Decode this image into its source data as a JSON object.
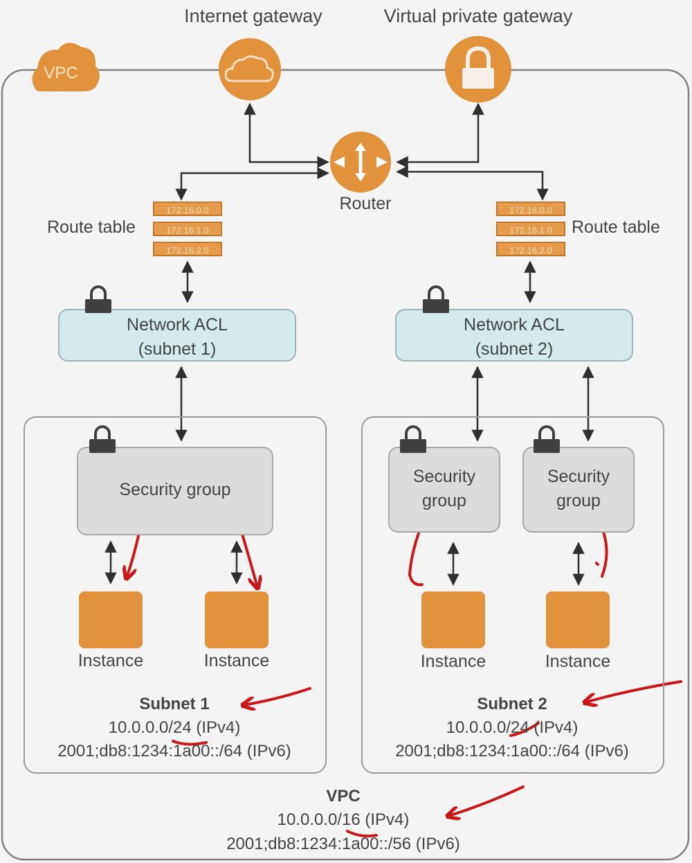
{
  "vpc_badge": "VPC",
  "internet_gateway": "Internet gateway",
  "virtual_private_gateway": "Virtual private gateway",
  "router": "Router",
  "route_table_left": {
    "label": "Route table",
    "rows": [
      "172.16.0.0",
      "172.16.1.0",
      "172.16.2.0"
    ]
  },
  "route_table_right": {
    "label": "Route table",
    "rows": [
      "172.16.0.0",
      "172.16.1.0",
      "172.16.2.0"
    ]
  },
  "acl_1": {
    "line1": "Network ACL",
    "line2": "(subnet 1)"
  },
  "acl_2": {
    "line1": "Network ACL",
    "line2": "(subnet 2)"
  },
  "subnet1": {
    "security_group": "Security group",
    "instances": [
      "Instance",
      "Instance"
    ],
    "title": "Subnet 1",
    "ipv4": "10.0.0.0/24 (IPv4)",
    "ipv6": "2001;db8:1234:1a00::/64 (IPv6)"
  },
  "subnet2": {
    "security_groups": [
      {
        "line1": "Security",
        "line2": "group"
      },
      {
        "line1": "Security",
        "line2": "group"
      }
    ],
    "instances": [
      "Instance",
      "Instance"
    ],
    "title": "Subnet 2",
    "ipv4": "10.0.0.0/24 (IPv4)",
    "ipv6": "2001;db8:1234:1a00::/64 (IPv6)"
  },
  "vpc": {
    "title": "VPC",
    "ipv4": "10.0.0.0/16 (IPv4)",
    "ipv6": "2001;db8:1234:1a00::/56 (IPv6)"
  },
  "colors": {
    "orange": "#e2913c",
    "acl_fill": "#d4eaec",
    "security_group_fill": "#dcdcdc",
    "annotation_red": "#c8181c"
  }
}
